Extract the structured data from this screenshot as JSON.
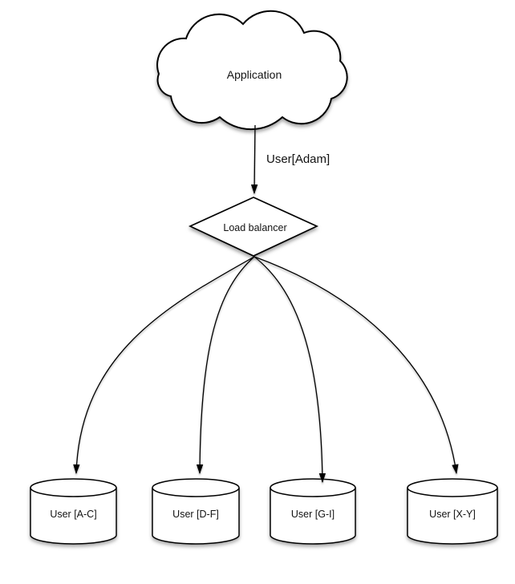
{
  "diagram": {
    "background_color": "#ffffff",
    "shape_fill_color": "#ffffff",
    "line_color": "#000000",
    "nodes": {
      "application": {
        "type": "cloud",
        "label": "Application"
      },
      "load_balancer": {
        "type": "diamond",
        "label": "Load balancer"
      },
      "shard_ac": {
        "type": "database-cylinder",
        "label": "User [A-C]"
      },
      "shard_df": {
        "type": "database-cylinder",
        "label": "User [D-F]"
      },
      "shard_gi": {
        "type": "database-cylinder",
        "label": "User [G-I]"
      },
      "shard_xy": {
        "type": "database-cylinder",
        "label": "User [X-Y]"
      }
    },
    "edges": {
      "app_to_lb": {
        "from": "application",
        "to": "load_balancer",
        "label": "User[Adam]"
      },
      "lb_to_ac": {
        "from": "load_balancer",
        "to": "shard_ac",
        "label": ""
      },
      "lb_to_df": {
        "from": "load_balancer",
        "to": "shard_df",
        "label": ""
      },
      "lb_to_gi": {
        "from": "load_balancer",
        "to": "shard_gi",
        "label": ""
      },
      "lb_to_xy": {
        "from": "load_balancer",
        "to": "shard_xy",
        "label": ""
      }
    }
  }
}
